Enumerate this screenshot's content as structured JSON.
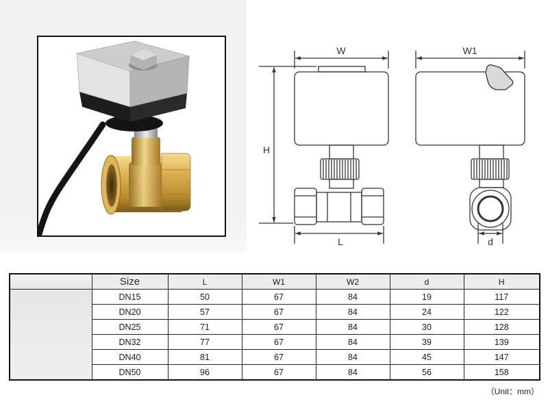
{
  "colors": {
    "panel_background": "#f2f2f2",
    "drawing_line": "#333333",
    "table_header_background": "#ececec",
    "table_side_background": "#e6e6e6",
    "actuator_gray": "#cdcdcd",
    "actuator_base": "#1d1d1d",
    "brass": "#dcb052"
  },
  "drawing": {
    "front_view": {
      "width_label": "W",
      "height_label": "H",
      "length_label": "L"
    },
    "side_view": {
      "width_label": "W1",
      "diameter_label": "d"
    }
  },
  "table": {
    "headers": [
      "Size",
      "L",
      "W1",
      "W2",
      "d",
      "H"
    ],
    "rows": [
      [
        "DN15",
        "50",
        "67",
        "84",
        "19",
        "117"
      ],
      [
        "DN20",
        "57",
        "67",
        "84",
        "24",
        "122"
      ],
      [
        "DN25",
        "71",
        "67",
        "84",
        "30",
        "128"
      ],
      [
        "DN32",
        "77",
        "67",
        "84",
        "39",
        "139"
      ],
      [
        "DN40",
        "81",
        "67",
        "84",
        "45",
        "147"
      ],
      [
        "DN50",
        "96",
        "67",
        "84",
        "56",
        "158"
      ]
    ]
  },
  "unit_note": "（Unit：mm）"
}
